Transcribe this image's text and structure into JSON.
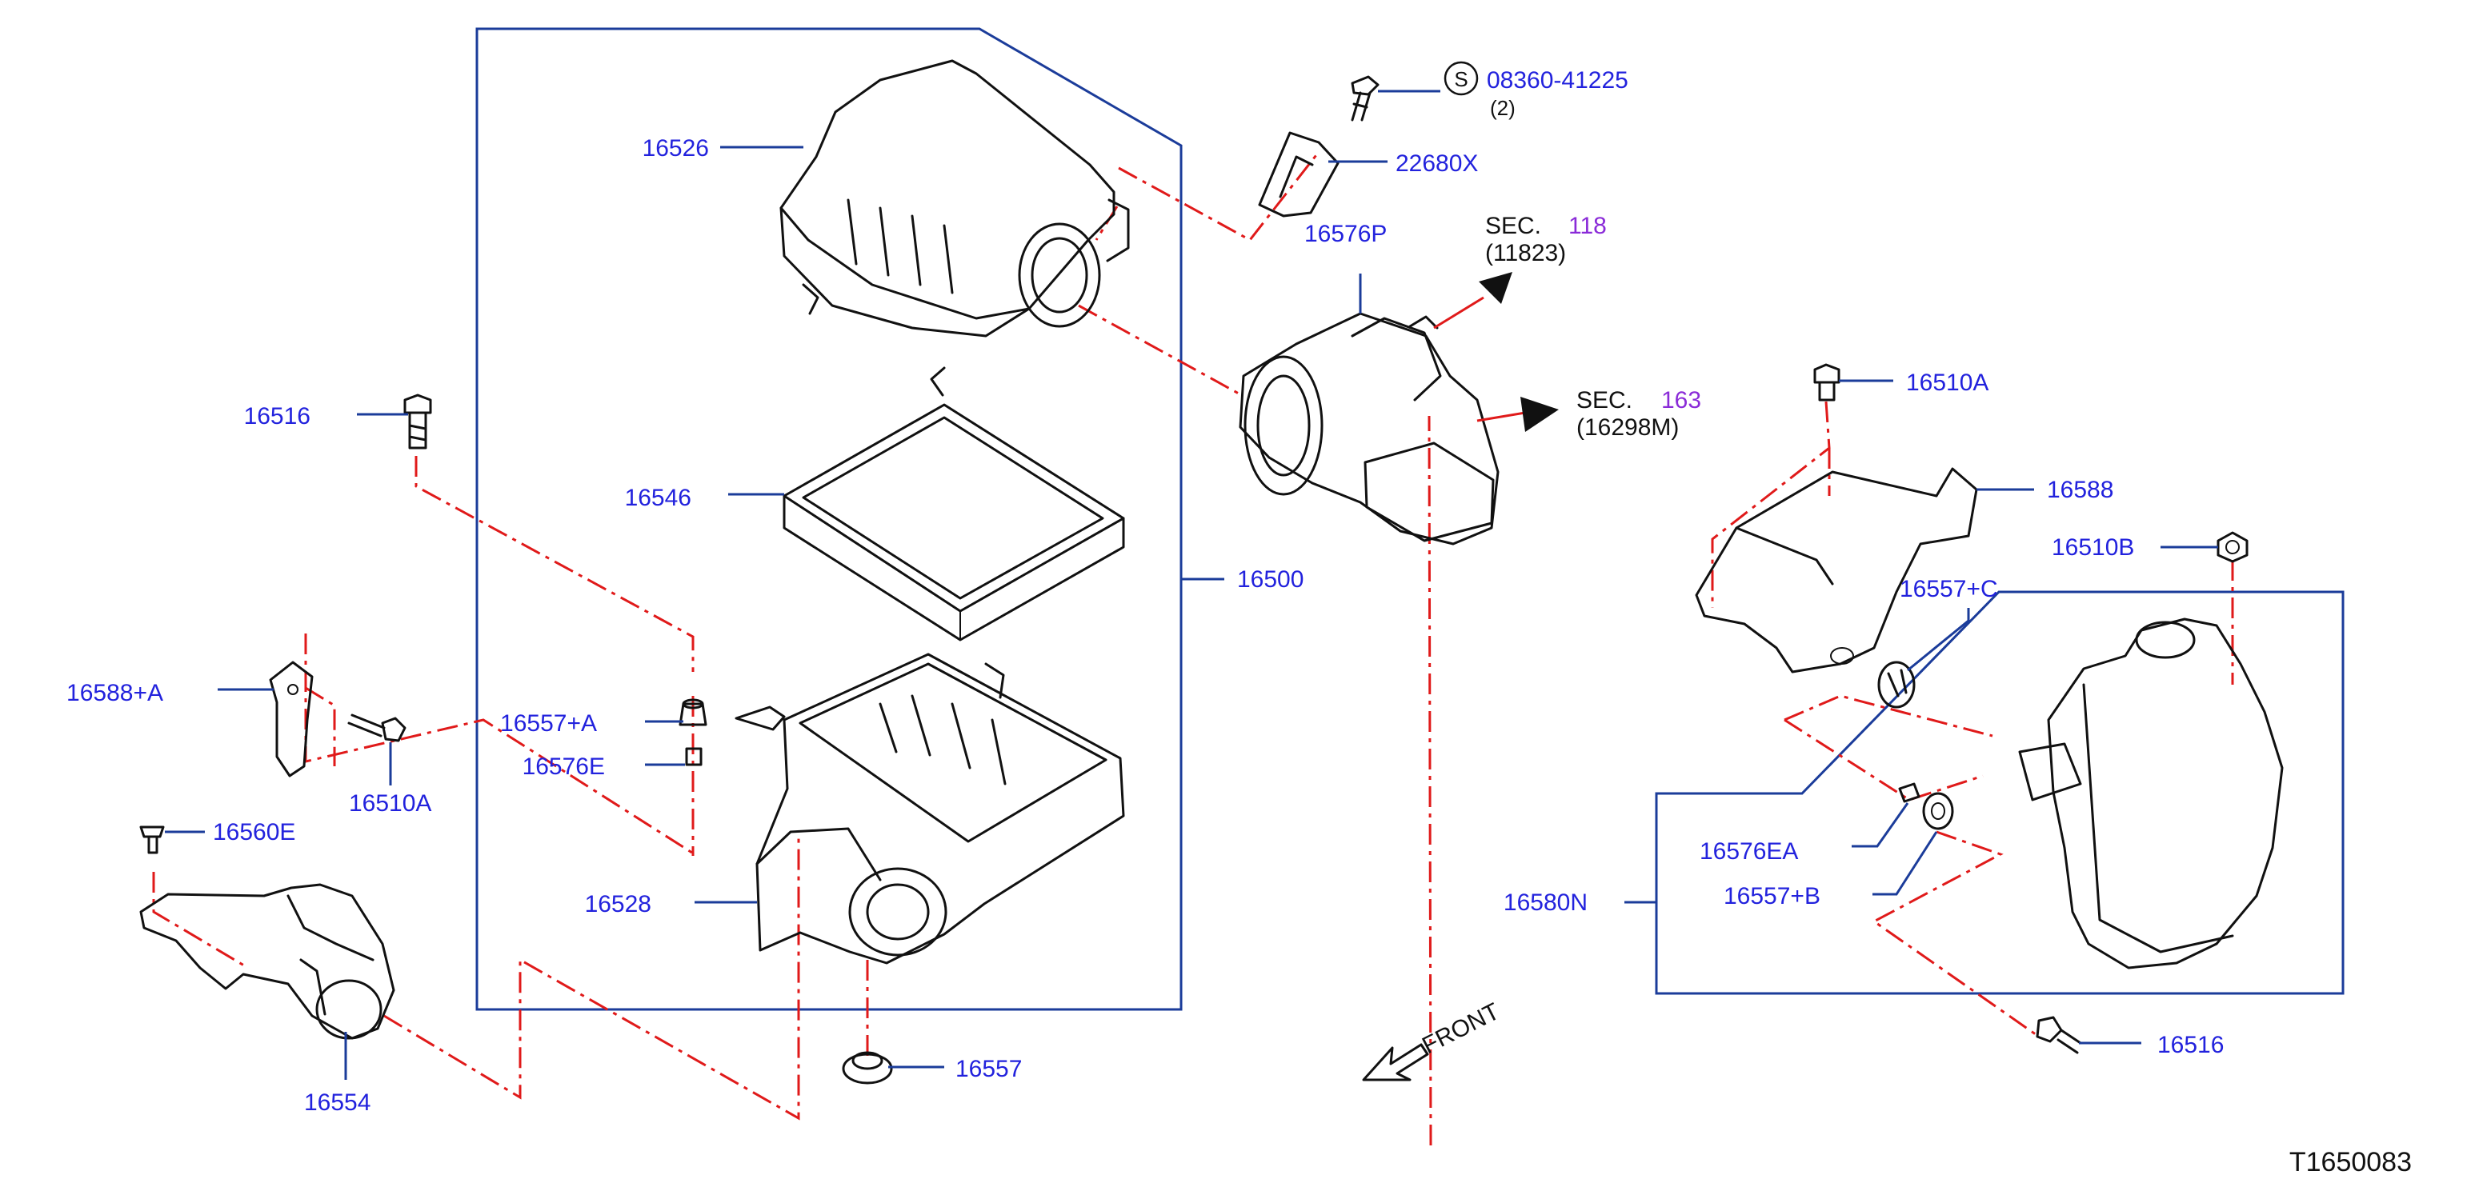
{
  "diagram_id": "T1650083",
  "colors": {
    "label": "#2222dd",
    "leader": "#1b3c9a",
    "chain": "#e01a1a",
    "section_ref": "#8a2bd8",
    "part": "#111111"
  },
  "parts": [
    {
      "id": "p16526",
      "number": "16526"
    },
    {
      "id": "p16546",
      "number": "16546"
    },
    {
      "id": "p16500",
      "number": "16500"
    },
    {
      "id": "p16516a",
      "number": "16516"
    },
    {
      "id": "p16588a",
      "number": "16588+A"
    },
    {
      "id": "p16510a1",
      "number": "16510A"
    },
    {
      "id": "p16557a",
      "number": "16557+A"
    },
    {
      "id": "p16576e",
      "number": "16576E"
    },
    {
      "id": "p16560e",
      "number": "16560E"
    },
    {
      "id": "p16528",
      "number": "16528"
    },
    {
      "id": "p16554",
      "number": "16554"
    },
    {
      "id": "p16557",
      "number": "16557"
    },
    {
      "id": "p22680x",
      "number": "22680X"
    },
    {
      "id": "p16576p",
      "number": "16576P"
    },
    {
      "id": "p16510a2",
      "number": "16510A"
    },
    {
      "id": "p16588",
      "number": "16588"
    },
    {
      "id": "p16510b",
      "number": "16510B"
    },
    {
      "id": "p16557c",
      "number": "16557+C"
    },
    {
      "id": "p16576ea",
      "number": "16576EA"
    },
    {
      "id": "p16557b",
      "number": "16557+B"
    },
    {
      "id": "p16580n",
      "number": "16580N"
    },
    {
      "id": "p16516b",
      "number": "16516"
    }
  ],
  "bolt_callout": {
    "symbol": "S",
    "number": "08360-41225",
    "qty": "(2)"
  },
  "sections": [
    {
      "id": "sec1",
      "prefix": "SEC.",
      "number": "118",
      "ref": "(11823)"
    },
    {
      "id": "sec2",
      "prefix": "SEC.",
      "number": "163",
      "ref": "(16298M)"
    }
  ],
  "front_label": "FRONT"
}
